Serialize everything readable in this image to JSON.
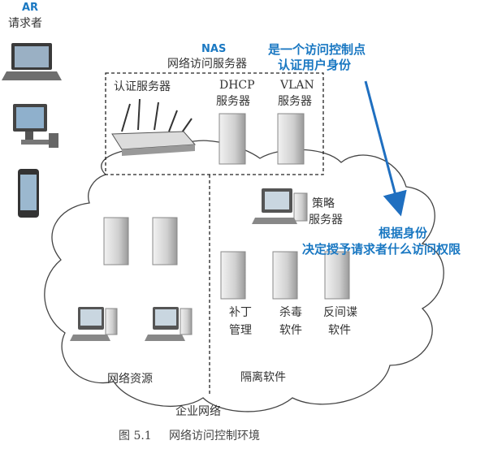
{
  "requester": {
    "code": "AR",
    "label": "请求者"
  },
  "nas": {
    "code": "NAS",
    "label": "网络访问服务器"
  },
  "annotation_top": {
    "line1": "是一个访问控制点",
    "line2": "认证用户身份"
  },
  "annotation_mid": {
    "line1": "根据身份",
    "line2": "决定授予请求者什么访问权限"
  },
  "servers": {
    "auth": "认证服务器",
    "dhcp": {
      "line1": "DHCP",
      "line2": "服务器"
    },
    "vlan": {
      "line1": "VLAN",
      "line2": "服务器"
    },
    "policy": {
      "line1": "策略",
      "line2": "服务器"
    },
    "patch": {
      "line1": "补丁",
      "line2": "管理"
    },
    "antivirus": {
      "line1": "杀毒",
      "line2": "软件"
    },
    "antispy": {
      "line1": "反间谍",
      "line2": "软件"
    }
  },
  "zones": {
    "resources": "网络资源",
    "isolation": "隔离软件",
    "enterprise": "企业网络"
  },
  "caption": {
    "number": "图 5.1",
    "title": "网络访问控制环境"
  },
  "colors": {
    "annotation": "#1a78c2",
    "arrow": "#1f6fc0",
    "ink": "#333333"
  }
}
